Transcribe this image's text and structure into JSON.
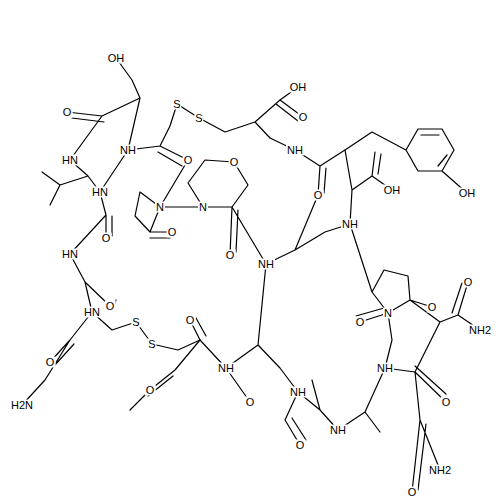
{
  "diagram": {
    "labels": [
      "OH",
      "S",
      "S",
      "OH",
      "O",
      "O",
      "NH",
      "HN",
      "O",
      "OH",
      "HN",
      "NH",
      "N",
      "N",
      "O",
      "O",
      "OH",
      "NH",
      "O",
      "O",
      "NH",
      "O",
      "HN",
      "O",
      "HN",
      "S",
      "S",
      "O",
      "H2N",
      "O",
      "NH",
      "O",
      "NH",
      "N",
      "O",
      "O",
      "O",
      "NH2",
      "NH",
      "O",
      "NH",
      "O",
      "O",
      "NH2",
      "O"
    ]
  }
}
